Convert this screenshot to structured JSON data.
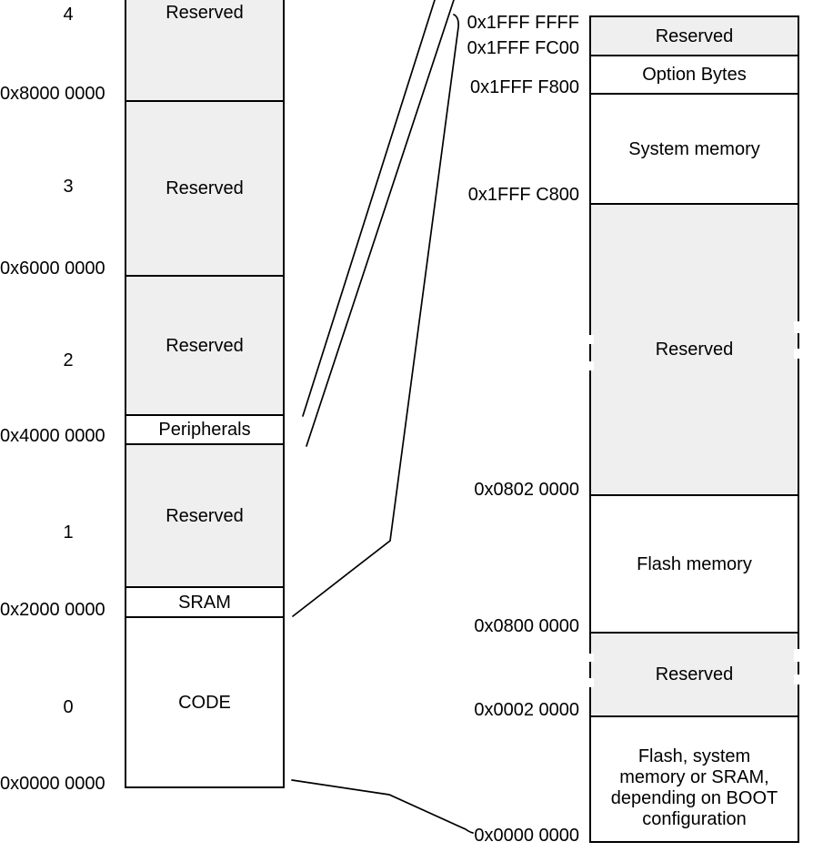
{
  "colors": {
    "reserved_fill": "#efefef",
    "block_fill": "#ffffff",
    "line": "#000000",
    "background": "#ffffff"
  },
  "left_column": {
    "region_numbers": [
      {
        "label": "4"
      },
      {
        "label": "3"
      },
      {
        "label": "2"
      },
      {
        "label": "1"
      },
      {
        "label": "0"
      }
    ],
    "addresses": [
      {
        "label": "0x8000 0000"
      },
      {
        "label": "0x6000 0000"
      },
      {
        "label": "0x4000 0000"
      },
      {
        "label": "0x2000 0000"
      },
      {
        "label": "0x0000 0000"
      }
    ],
    "blocks": [
      {
        "label": "Reserved",
        "type": "reserved"
      },
      {
        "label": "Reserved",
        "type": "reserved"
      },
      {
        "label": "Reserved",
        "type": "reserved"
      },
      {
        "label": "Peripherals",
        "type": "normal"
      },
      {
        "label": "Reserved",
        "type": "reserved"
      },
      {
        "label": "SRAM",
        "type": "normal"
      },
      {
        "label": "CODE",
        "type": "normal"
      }
    ]
  },
  "right_column": {
    "addresses": [
      {
        "label": "0x1FFF FFFF"
      },
      {
        "label": "0x1FFF FC00"
      },
      {
        "label": "0x1FFF F800"
      },
      {
        "label": "0x1FFF C800"
      },
      {
        "label": "0x0802 0000"
      },
      {
        "label": "0x0800 0000"
      },
      {
        "label": "0x0002 0000"
      },
      {
        "label": "0x0000 0000"
      }
    ],
    "blocks": [
      {
        "label": "Reserved",
        "type": "reserved"
      },
      {
        "label": "Option Bytes",
        "type": "normal"
      },
      {
        "label": "System memory",
        "type": "normal"
      },
      {
        "label": "Reserved",
        "type": "reserved"
      },
      {
        "label": "Flash memory",
        "type": "normal"
      },
      {
        "label": "Reserved",
        "type": "reserved"
      },
      {
        "label": "Flash, system\nmemory or SRAM,\ndepending on BOOT\nconfiguration",
        "type": "normal"
      }
    ]
  }
}
